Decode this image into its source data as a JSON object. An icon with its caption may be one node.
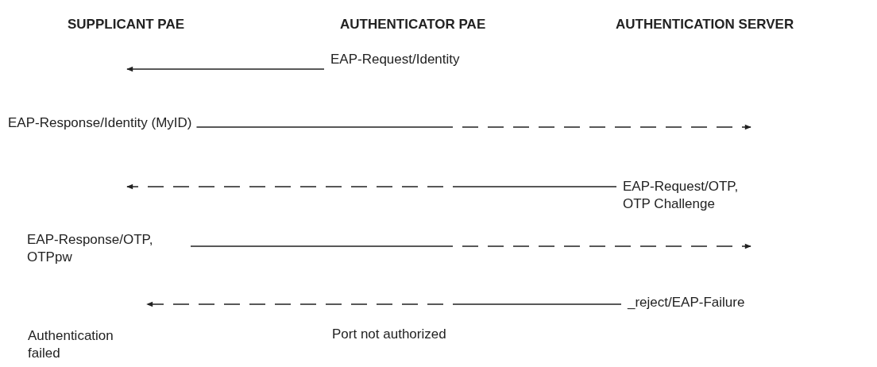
{
  "diagram": {
    "nodes": [
      {
        "text": [
          "EAP-Request/Identity"
        ]
      },
      {
        "text": [
          "EAP-Response/Identity (MyID)"
        ]
      },
      {
        "text": [
          "EAP-Request/OTP, OTP Challenge"
        ]
      },
      {
        "text": [
          "EAP-Response/OTP, OTPpw"
        ]
      },
      {
        "text": [
          "_reject/EAP-Failure"
        ]
      }
    ],
    "edges": [
      {
        "from": 0,
        "to": null,
        "arrow": "to"
      },
      {
        "from": 1,
        "to": null,
        "arrow": "to",
        "style": "dashed"
      },
      {
        "from": 2,
        "to": null,
        "arrow": "to",
        "style": "dashed"
      },
      {
        "from": 3,
        "to": null,
        "arrow": "to",
        "style": "dashed"
      },
      {
        "from": 4,
        "to": null,
        "arrow": "to",
        "style": "dashed"
      }
    ],
    "labels": [
      "SUPPLICANT PAE",
      "AUTHENTICATOR PAE",
      "AUTHENTICATION SERVER",
      "Authentication failed",
      "Port not authorized"
    ]
  }
}
